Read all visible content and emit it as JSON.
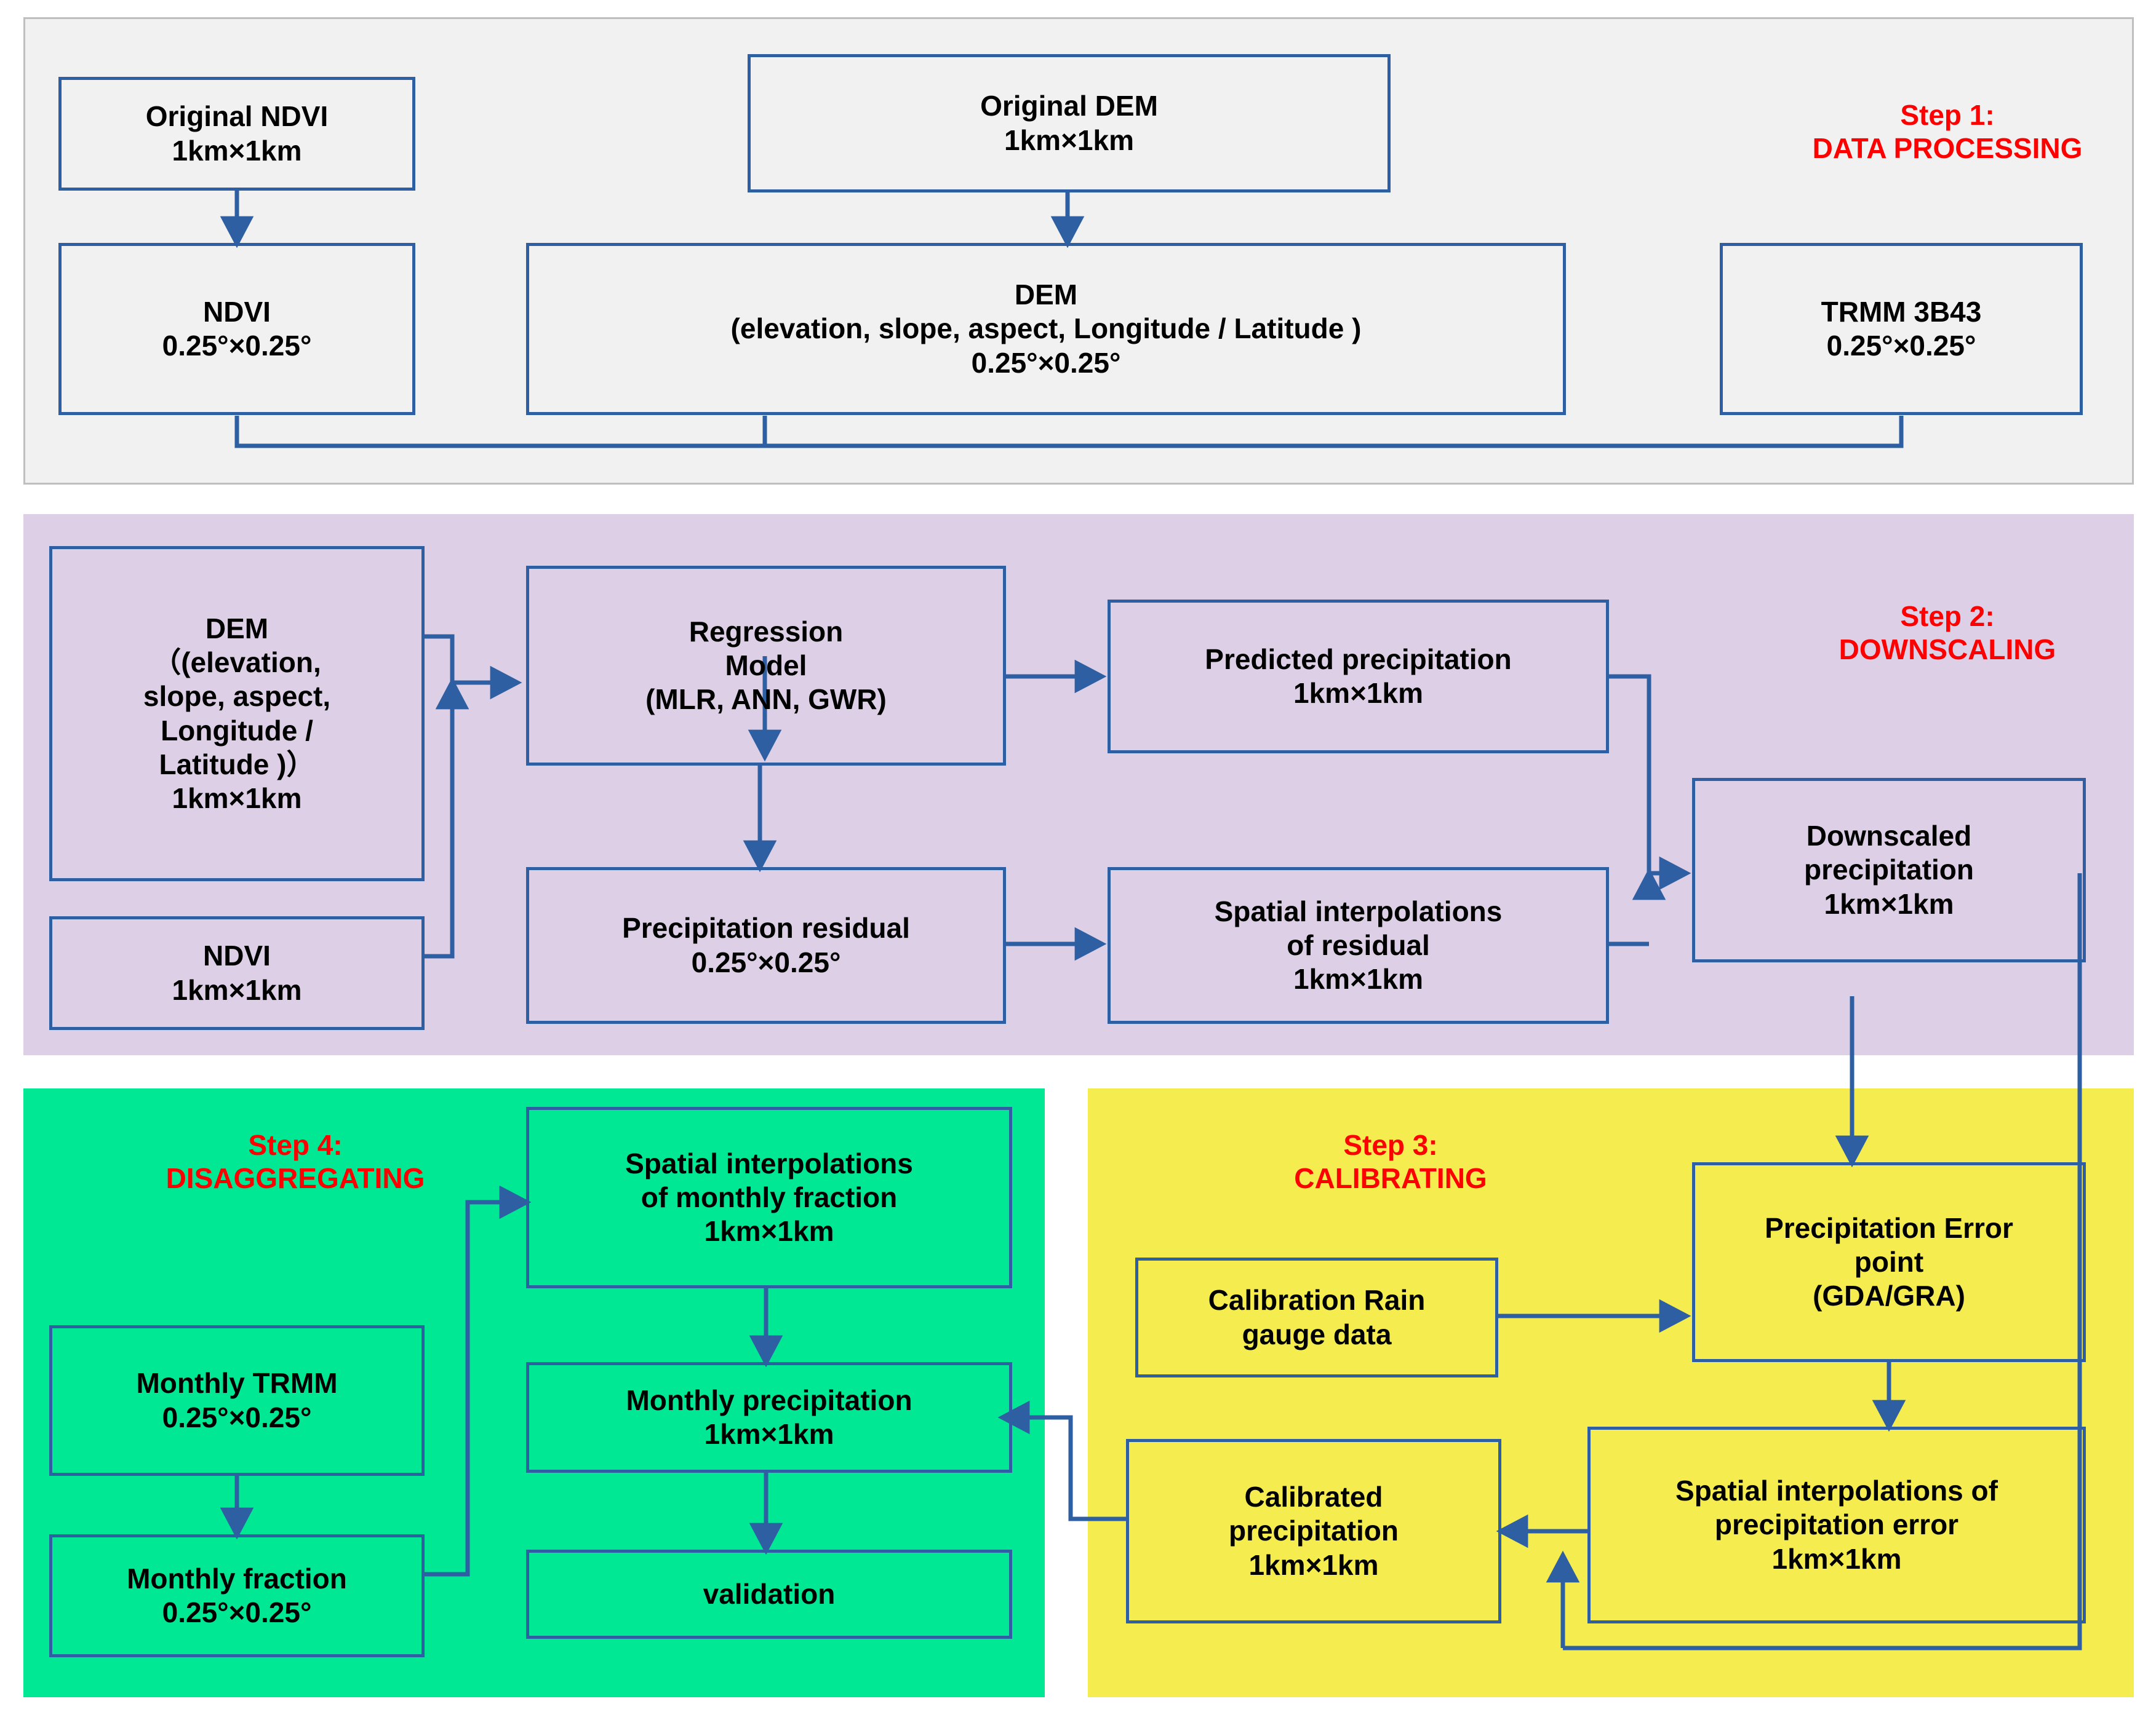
{
  "diagram": {
    "title": "TRMM precipitation downscaling-calibration workflow",
    "steps": [
      {
        "id": "step1",
        "label": "Step 1:\nDATA PROCESSING",
        "color": "#ff0000"
      },
      {
        "id": "step2",
        "label": "Step 2:\nDOWNSCALING",
        "color": "#ff0000"
      },
      {
        "id": "step3",
        "label": "Step 3:\nCALIBRATING",
        "color": "#ff0000"
      },
      {
        "id": "step4",
        "label": "Step 4:\nDISAGGREGATING",
        "color": "#ff0000"
      }
    ],
    "panels": {
      "step1_bg": "#f1f1f1",
      "step2_bg": "#ddcfe6",
      "step3_bg": "#f5ec4f",
      "step4_bg": "#00e894",
      "box_border": "#2e5fa3"
    },
    "boxes": {
      "original_ndvi": "Original NDVI\n1km×1km",
      "original_dem": "Original DEM\n1km×1km",
      "ndvi_025": "NDVI\n0.25°×0.25°",
      "dem_025": "DEM\n(elevation, slope, aspect, Longitude / Latitude )\n0.25°×0.25°",
      "trmm_3b43": "TRMM 3B43\n0.25°×0.25°",
      "dem_1km": "DEM\n（(elevation,\nslope, aspect,\nLongitude /\nLatitude )）\n1km×1km",
      "ndvi_1km": "NDVI\n1km×1km",
      "regression_model": "Regression\nModel\n(MLR, ANN, GWR)",
      "predicted_precip": "Predicted precipitation\n1km×1km",
      "precip_residual": "Precipitation residual\n0.25°×0.25°",
      "spatial_interp_residual": "Spatial interpolations\nof residual\n1km×1km",
      "downscaled_precip": "Downscaled\nprecipitation\n1km×1km",
      "calibration_rain_gauge": "Calibration Rain\ngauge data",
      "precip_error_point": "Precipitation Error\npoint\n(GDA/GRA)",
      "spatial_interp_error": "Spatial interpolations of\nprecipitation error\n1km×1km",
      "calibrated_precip": "Calibrated\nprecipitation\n1km×1km",
      "monthly_trmm": "Monthly TRMM\n0.25°×0.25°",
      "monthly_fraction": "Monthly fraction\n0.25°×0.25°",
      "spatial_interp_monthly_fraction": "Spatial interpolations\nof monthly fraction\n1km×1km",
      "monthly_precip": "Monthly precipitation\n1km×1km",
      "validation": "validation"
    }
  }
}
